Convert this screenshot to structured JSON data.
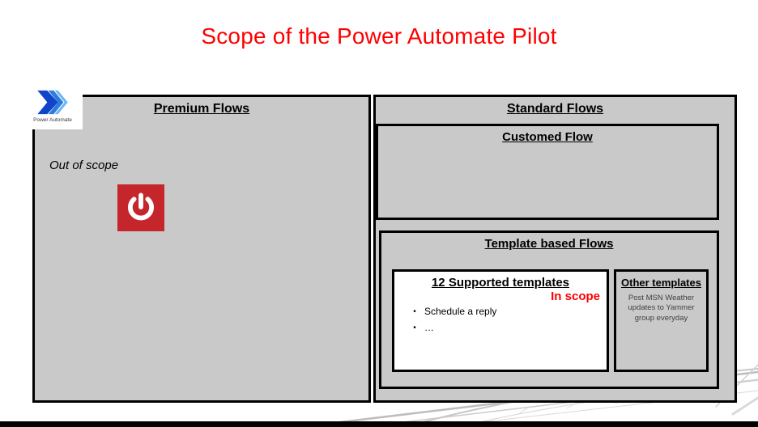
{
  "title": {
    "text": "Scope of the Power Automate Pilot"
  },
  "logo": {
    "caption": "Power Automate"
  },
  "panels": {
    "premium": {
      "header": "Premium Flows",
      "note": "Out of scope"
    },
    "standard": {
      "header": "Standard Flows",
      "customed_flow": {
        "header": "Customed Flow"
      },
      "template_flows": {
        "header": "Template based Flows",
        "supported": {
          "header": "12 Supported templates",
          "scope_label": "In scope",
          "bullet_glyph": "•",
          "items": [
            "Schedule a reply",
            "…"
          ]
        },
        "other": {
          "header": "Other templates",
          "description": "Post MSN Weather updates to Yammer group everyday"
        }
      }
    }
  },
  "colors": {
    "panel_gray": "#C9C9C9",
    "border_black": "#000000",
    "title_red": "#FF0000",
    "in_scope_red": "#FF0000",
    "power_icon_red": "#C5262C",
    "logo_blue_dark": "#1145C9",
    "logo_blue_mid": "#2E7BE0",
    "logo_blue_light": "#6EB6F2",
    "footer_bar_black": "#000000"
  }
}
